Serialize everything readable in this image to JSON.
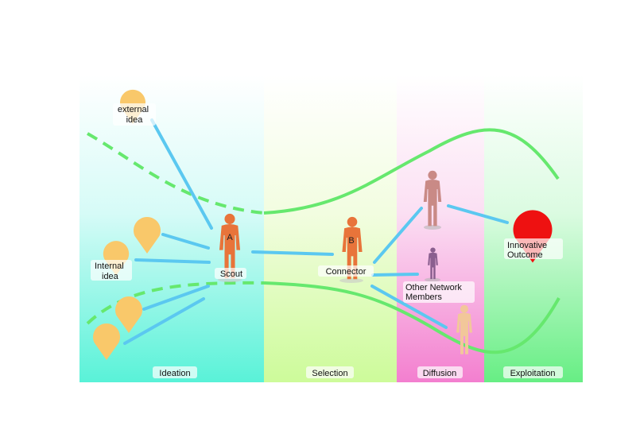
{
  "phases": {
    "ideation": "Ideation",
    "selection": "Selection",
    "diffusion": "Diffusion",
    "exploitation": "Exploitation"
  },
  "ideas": {
    "external_line1": "external",
    "external_line2": "idea",
    "internal_line1": "Internal",
    "internal_line2": "idea"
  },
  "roles": {
    "scout_letter": "A",
    "scout": "Scout",
    "connector_letter": "B",
    "connector": "Connector",
    "network_line1": "Other Network",
    "network_line2": "Members"
  },
  "outcome": {
    "line1": "Innovative",
    "line2": "Outcome"
  },
  "colors": {
    "connector_line": "#5bc8f0",
    "funnel_line": "#66e86e",
    "person_orange": "#e8743a",
    "person_rose": "#c98a86",
    "person_purple": "#8a5f8f",
    "person_peach": "#f2c79a",
    "idea_pin": "#f9c86a",
    "outcome_pin": "#ee1111"
  }
}
